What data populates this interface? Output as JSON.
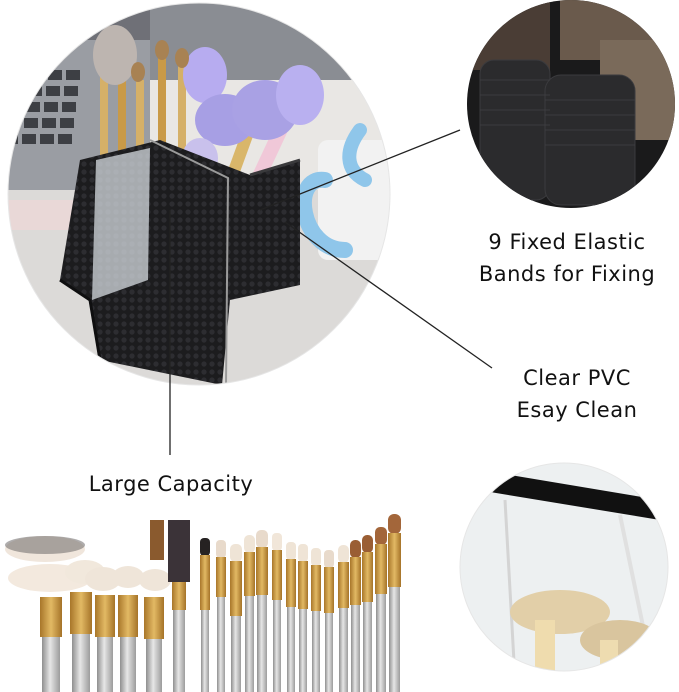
{
  "callouts": {
    "elastic": {
      "line1": "9 Fixed Elastic",
      "line2": "Bands for Fixing"
    },
    "pvc": {
      "line1": "Clear PVC",
      "line2": "Esay Clean"
    },
    "capacity": {
      "line1": "Large Capacity"
    }
  },
  "colors": {
    "background": "#ffffff",
    "bag": "#1c1c1e",
    "brush_handle": "#b9b9b9",
    "brush_ferrule": "#c89a3c",
    "brush_bristle": "#f1e8dc",
    "brush_purple": "#b5a6e6",
    "mug": "#8fc6ea",
    "pointer_line": "#222222"
  },
  "icons": {
    "product_photo": "brush-holder-bag-photo",
    "elastic_detail": "elastic-bands-closeup",
    "pvc_detail": "clear-pvc-closeup",
    "brush_set": "makeup-brush-set"
  }
}
